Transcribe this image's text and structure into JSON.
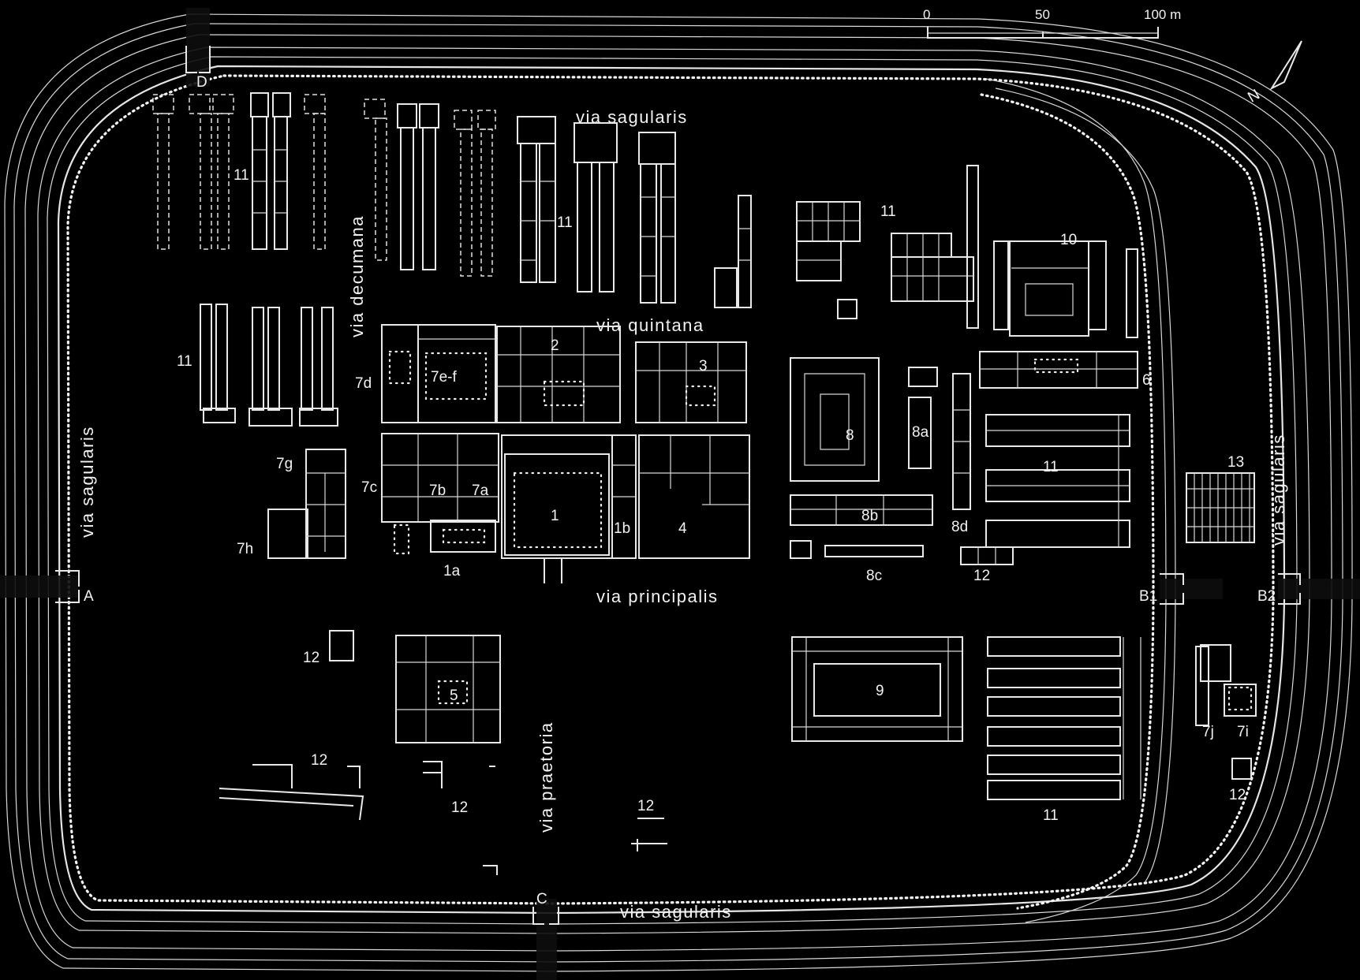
{
  "scale": {
    "ticks": [
      "0",
      "50",
      "100 m"
    ]
  },
  "north": {
    "label": "N"
  },
  "gates": {
    "A": "A",
    "B1": "B1",
    "B2": "B2",
    "C": "C",
    "D": "D"
  },
  "roads": {
    "sagularis_top": "via sagularis",
    "sagularis_left": "via sagularis",
    "sagularis_right": "via sagularis",
    "sagularis_bottom": "via sagularis",
    "decumana": "via decumana",
    "quintana": "via quintana",
    "principalis": "via principalis",
    "praetoria": "via praetoria"
  },
  "labels": {
    "b1": "1",
    "b1a": "1a",
    "b1b": "1b",
    "b2": "2",
    "b3": "3",
    "b4": "4",
    "b5": "5",
    "b6": "6",
    "b7a": "7a",
    "b7b": "7b",
    "b7c": "7c",
    "b7d": "7d",
    "b7ef": "7e-f",
    "b7g": "7g",
    "b7h": "7h",
    "b7i": "7i",
    "b7j": "7j",
    "b8": "8",
    "b8a": "8a",
    "b8b": "8b",
    "b8c": "8c",
    "b8d": "8d",
    "b9": "9",
    "b10": "10",
    "b11_nw": "11",
    "b11_n": "11",
    "b11_ne": "11",
    "b11_w": "11",
    "b11_e": "11",
    "b11_se": "11",
    "b12_w": "12",
    "b12_sw": "12",
    "b12_s": "12",
    "b12_sc": "12",
    "b12_e": "12",
    "b12_se": "12",
    "b13": "13"
  }
}
